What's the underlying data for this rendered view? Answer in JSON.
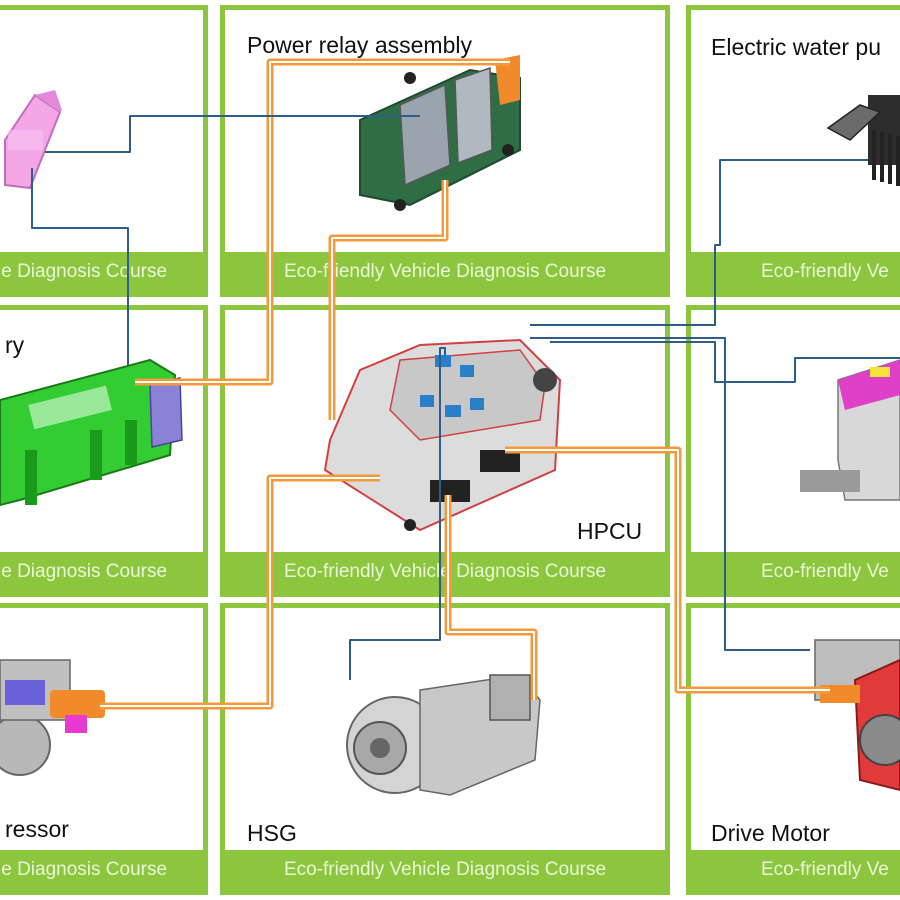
{
  "panels": {
    "footer_text": "Eco-friendly Vehicle Diagnosis Course",
    "footer_left_clipped": "le Diagnosis Course",
    "footer_right_clipped": "Eco-friendly Ve"
  },
  "labels": {
    "power_relay_assembly": "Power relay assembly",
    "electric_water_pump": "Electric water pu",
    "battery": "ry",
    "hpcu": "HPCU",
    "compressor": "ressor",
    "hsg": "HSG",
    "drive_motor": "Drive Motor"
  },
  "colors": {
    "panel_green": "#8cc63f",
    "power_cable": "#f39a3c",
    "signal_wire": "#2f5d8a"
  }
}
